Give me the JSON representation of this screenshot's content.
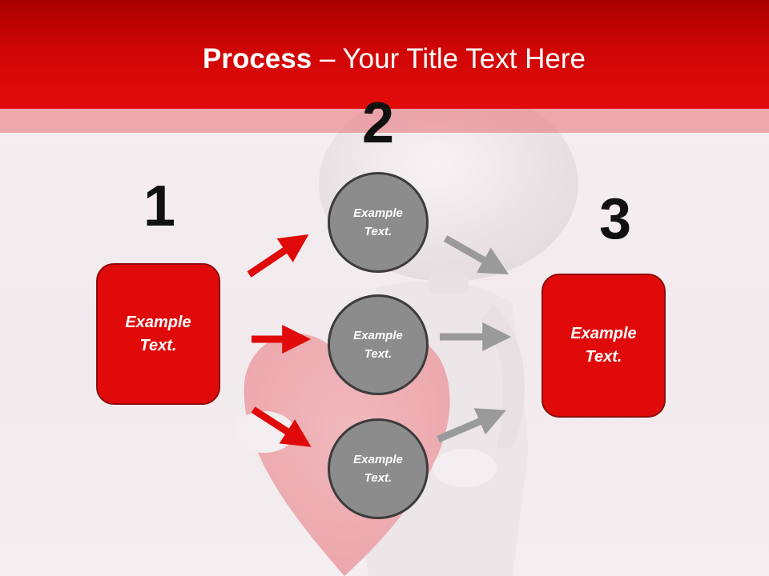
{
  "title": {
    "bold": "Process",
    "rest": " – Your Title Text Here"
  },
  "steps": [
    {
      "number": "1",
      "text": "Example\nText."
    },
    {
      "number": "2"
    },
    {
      "number": "3",
      "text": "Example\nText."
    }
  ],
  "circles": [
    {
      "text": "Example\nText."
    },
    {
      "text": "Example\nText."
    },
    {
      "text": "Example\nText."
    }
  ],
  "colors": {
    "accent": "#e00a0a",
    "header": "#c80404",
    "circle": "#8c8c8c",
    "arrow_gray": "#9a9a9a"
  }
}
